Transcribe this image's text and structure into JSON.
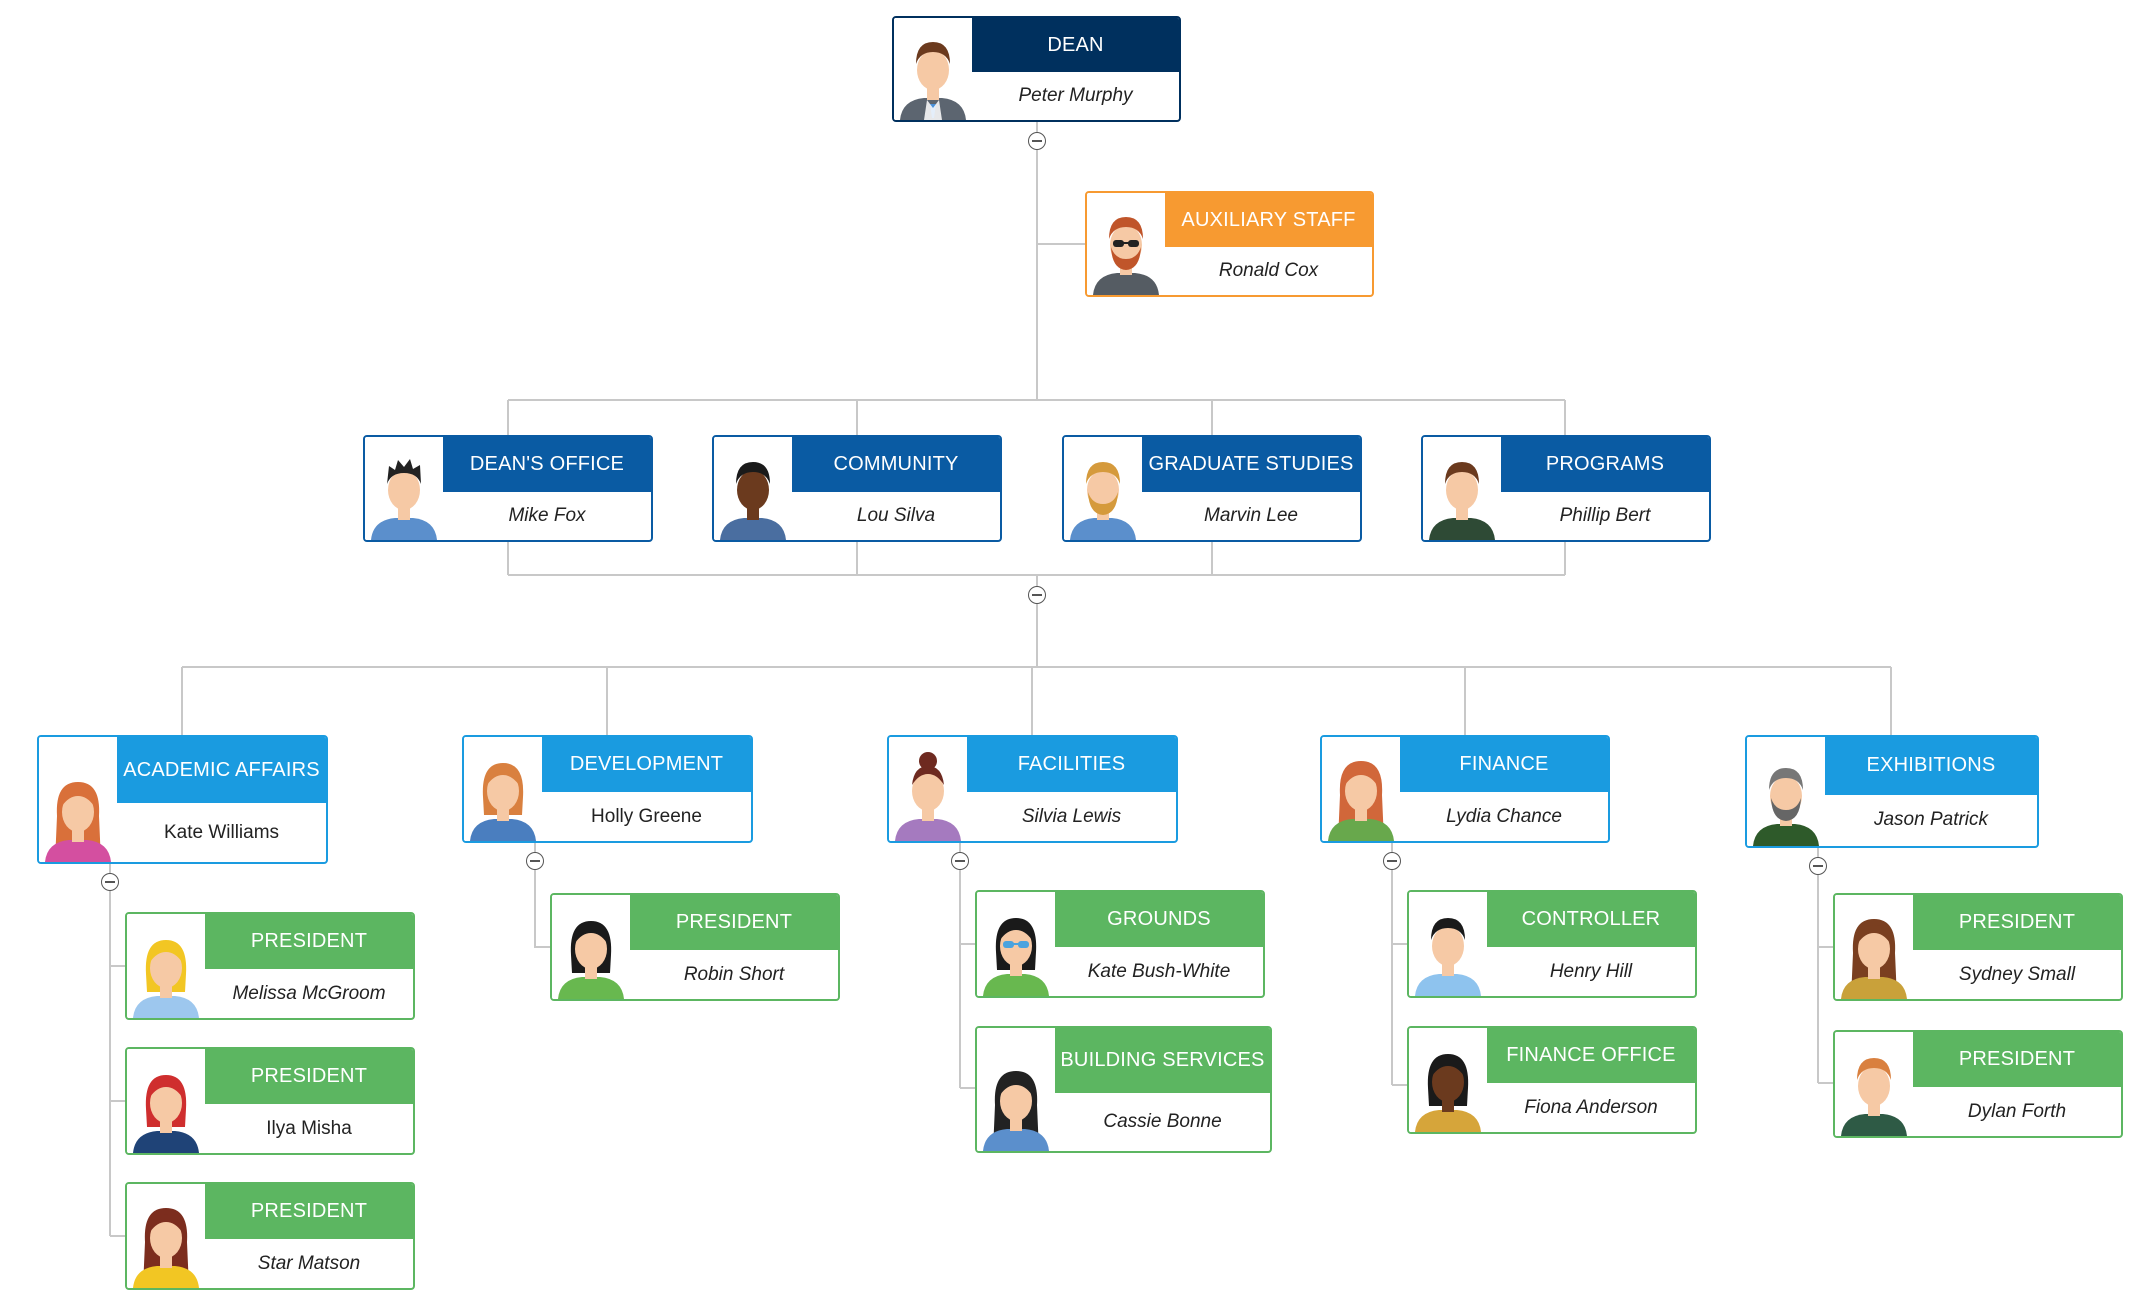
{
  "colors": {
    "dean": "#00305e",
    "auxiliary": "#f79a31",
    "department": "#0a5ba3",
    "division": "#1a9be0",
    "subunit": "#5cb661",
    "connector": "#c8c8c8"
  },
  "nodes": [
    {
      "id": "dean",
      "title": "DEAN",
      "name": "Peter Murphy",
      "italic": true,
      "level": "dean",
      "icon": "man-suit-avatar-icon"
    },
    {
      "id": "aux",
      "title": "AUXILIARY STAFF",
      "name": "Ronald Cox",
      "italic": true,
      "level": "aux",
      "icon": "red-beard-sunglasses-avatar-icon"
    },
    {
      "id": "deans-office",
      "title": "DEAN'S OFFICE",
      "name": "Mike Fox",
      "italic": true,
      "level": "dept",
      "icon": "spiky-hair-avatar-icon"
    },
    {
      "id": "community",
      "title": "COMMUNITY",
      "name": "Lou Silva",
      "italic": true,
      "level": "dept",
      "icon": "dark-skin-man-avatar-icon"
    },
    {
      "id": "graduate-studies",
      "title": "GRADUATE STUDIES",
      "name": "Marvin Lee",
      "italic": true,
      "level": "dept",
      "icon": "blond-beard-avatar-icon"
    },
    {
      "id": "programs",
      "title": "PROGRAMS",
      "name": "Phillip Bert",
      "italic": true,
      "level": "dept",
      "icon": "brown-hair-man-avatar-icon"
    },
    {
      "id": "academic-affairs",
      "title": "ACADEMIC AFFAIRS",
      "name": "Kate Williams",
      "italic": false,
      "level": "div",
      "icon": "redhead-woman-avatar-icon"
    },
    {
      "id": "development",
      "title": "DEVELOPMENT",
      "name": "Holly Greene",
      "italic": false,
      "level": "div",
      "icon": "ginger-bob-woman-avatar-icon"
    },
    {
      "id": "facilities",
      "title": "FACILITIES",
      "name": "Silvia Lewis",
      "italic": true,
      "level": "div",
      "icon": "bun-hair-woman-avatar-icon"
    },
    {
      "id": "finance",
      "title": "FINANCE",
      "name": "Lydia Chance",
      "italic": true,
      "level": "div",
      "icon": "red-long-hair-woman-avatar-icon"
    },
    {
      "id": "exhibitions",
      "title": "EXHIBITIONS",
      "name": "Jason Patrick",
      "italic": true,
      "level": "div",
      "icon": "gray-beard-man-avatar-icon"
    },
    {
      "id": "aa-pres-1",
      "title": "PRESIDENT",
      "name": "Melissa McGroom",
      "italic": true,
      "level": "sub",
      "icon": "blonde-woman-avatar-icon"
    },
    {
      "id": "aa-pres-2",
      "title": "PRESIDENT",
      "name": "Ilya Misha",
      "italic": false,
      "level": "sub",
      "icon": "red-hair-woman-avatar-icon"
    },
    {
      "id": "aa-pres-3",
      "title": "PRESIDENT",
      "name": "Star Matson",
      "italic": true,
      "level": "sub",
      "icon": "auburn-hair-woman-avatar-icon"
    },
    {
      "id": "dev-pres",
      "title": "PRESIDENT",
      "name": "Robin Short",
      "italic": true,
      "level": "sub",
      "icon": "black-hair-person-avatar-icon"
    },
    {
      "id": "grounds",
      "title": "GROUNDS",
      "name": "Kate Bush-White",
      "italic": true,
      "level": "sub",
      "icon": "sunglasses-woman-avatar-icon"
    },
    {
      "id": "building-services",
      "title": "BUILDING SERVICES",
      "name": "Cassie Bonne",
      "italic": true,
      "level": "sub",
      "icon": "long-black-hair-woman-avatar-icon"
    },
    {
      "id": "controller",
      "title": "CONTROLLER",
      "name": "Henry Hill",
      "italic": true,
      "level": "sub",
      "icon": "black-hair-man-avatar-icon"
    },
    {
      "id": "finance-office",
      "title": "FINANCE OFFICE",
      "name": "Fiona Anderson",
      "italic": true,
      "level": "sub",
      "icon": "dark-skin-woman-avatar-icon"
    },
    {
      "id": "ex-pres-1",
      "title": "PRESIDENT",
      "name": "Sydney Small",
      "italic": true,
      "level": "sub",
      "icon": "brown-long-hair-woman-avatar-icon"
    },
    {
      "id": "ex-pres-2",
      "title": "PRESIDENT",
      "name": "Dylan Forth",
      "italic": true,
      "level": "sub",
      "icon": "ginger-hair-man-avatar-icon"
    }
  ]
}
